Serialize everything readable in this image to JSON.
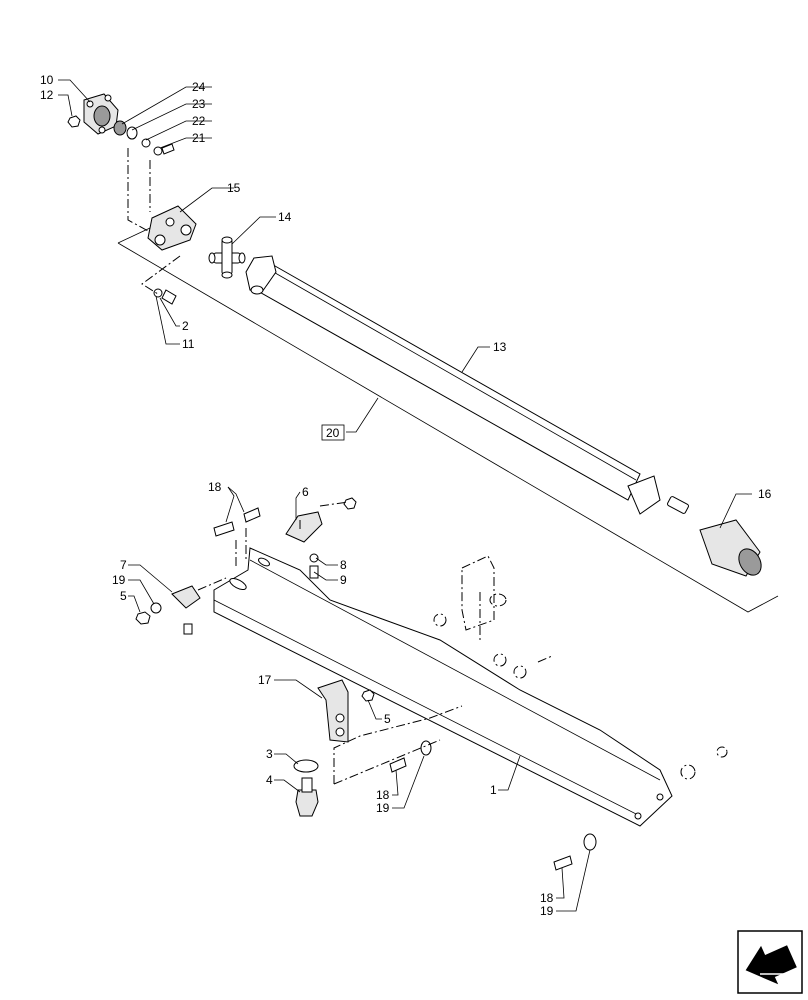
{
  "labels": {
    "l1": "1",
    "l2": "2",
    "l3": "3",
    "l4": "4",
    "l5a": "5",
    "l5b": "5",
    "l6": "6",
    "l7": "7",
    "l8": "8",
    "l9": "9",
    "l10": "10",
    "l11": "11",
    "l12": "12",
    "l13": "13",
    "l14": "14",
    "l15": "15",
    "l16": "16",
    "l17": "17",
    "l18a": "18",
    "l18b": "18",
    "l18c": "18",
    "l19a": "19",
    "l19b": "19",
    "l19c": "19",
    "l20": "20",
    "l21": "21",
    "l22": "22",
    "l23": "23",
    "l24": "24"
  },
  "nav_icon": "previous-page-arrow-icon",
  "colors": {
    "line": "#000000",
    "shade": "#e6e6e6",
    "dark": "#9a9a9a",
    "background": "#ffffff"
  }
}
